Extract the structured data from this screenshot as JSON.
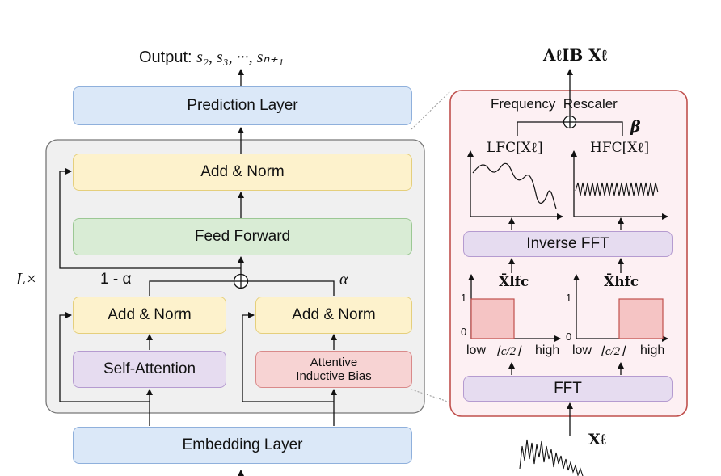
{
  "left": {
    "output_prefix": "Output: ",
    "output_seq": "s₂, s₃, ···, sₙ₊₁",
    "prediction_layer": "Prediction Layer",
    "add_norm_top": "Add & Norm",
    "feed_forward": "Feed Forward",
    "add_norm_left": "Add & Norm",
    "add_norm_right": "Add & Norm",
    "self_attention": "Self-Attention",
    "attentive_inductive_bias": "Attentive\nInductive Bias",
    "embedding_layer": "Embedding Layer",
    "repeat_label": "L×",
    "one_minus_alpha": "1 - α",
    "alpha": "α",
    "plus_symbol": "⊕"
  },
  "right": {
    "top_formula": "AℓIB Xℓ",
    "frequency_rescaler": "Frequency  Rescaler",
    "beta": "β",
    "lfc_label": "LFC[Xℓ]",
    "hfc_label": "HFC[Xℓ]",
    "inverse_fft": "Inverse FFT",
    "xlfc_label": "X̄lfc",
    "xhfc_label": "X̄hfc",
    "tick_one_left": "1",
    "tick_zero_left": "0",
    "tick_one_right": "1",
    "tick_zero_right": "0",
    "axis_left_low": "low",
    "axis_left_mid": "⌊c/2⌋",
    "axis_left_high": "high",
    "axis_right_low": "low",
    "axis_right_mid": "⌊c/2⌋",
    "axis_right_high": "high",
    "fft": "FFT",
    "input_label": "Xℓ",
    "plus_symbol": "⊕"
  }
}
